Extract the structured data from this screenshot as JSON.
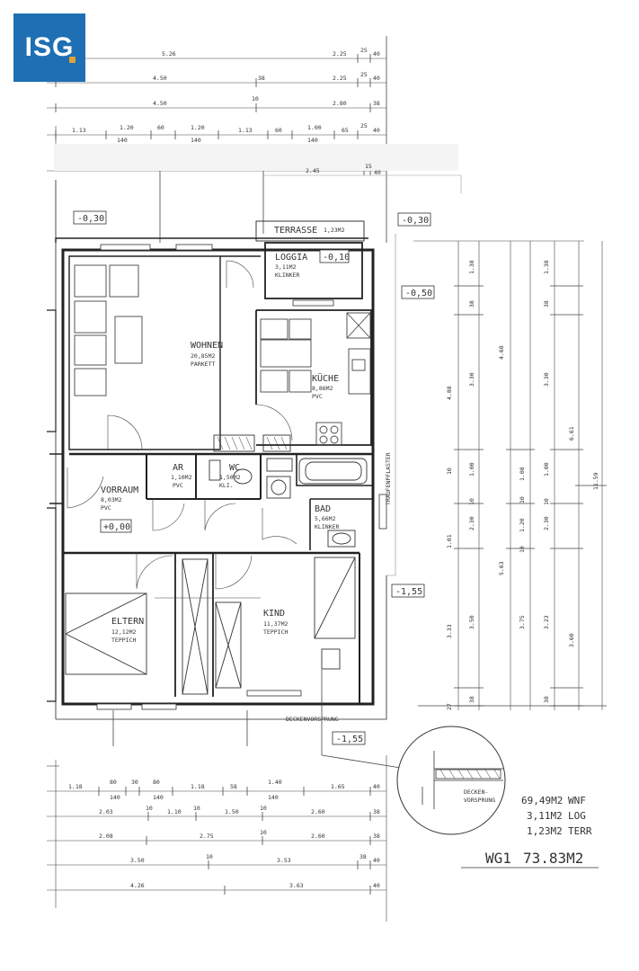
{
  "logo": {
    "text": "ISG",
    "color": "#1e6fb3",
    "accent": "#e2a23a"
  },
  "rooms": {
    "wohnen": {
      "name": "WOHNEN",
      "area": "20,85M2",
      "floor": "PARKETT"
    },
    "kueche": {
      "name": "KÜCHE",
      "area": "8,86M2",
      "floor": "PVC"
    },
    "loggia": {
      "name": "LOGGIA",
      "area": "3,11M2",
      "floor": "KLINKER"
    },
    "terrasse": {
      "name": "TERRASSE",
      "area": "1,23M2"
    },
    "ar": {
      "name": "AR",
      "area": "1,10M2",
      "floor": "PVC"
    },
    "wc": {
      "name": "WC",
      "area": "1,50M2",
      "floor": "KLI."
    },
    "vorraum": {
      "name": "VORRAUM",
      "area": "8,03M2",
      "floor": "PVC"
    },
    "bad": {
      "name": "BAD",
      "area": "5,66M2",
      "floor": "KLINKER"
    },
    "eltern": {
      "name": "ELTERN",
      "area": "12,12M2",
      "floor": "TEPPICH"
    },
    "kind": {
      "name": "KIND",
      "area": "11,37M2",
      "floor": "TEPPICH"
    }
  },
  "levels": {
    "l1": "-0,30",
    "l2": "-0,30",
    "l3": "-0,10",
    "l4": "-0,50",
    "l5": "+0,00",
    "l6": "-1,55",
    "l7": "-1,55"
  },
  "labels": {
    "trafo": "TRAUFENPFLASTER",
    "decken": "DECKENVORSPRUNG",
    "detail_label_1": "DECKEN-",
    "detail_label_2": "VORSPRUNG"
  },
  "summary": {
    "wnf_area": "69,49M2",
    "wnf_label": "WNF",
    "log_area": "3,11M2",
    "log_label": "LOG",
    "terr_area": "1,23M2",
    "terr_label": "TERR",
    "total_id": "WG1",
    "total_area": "73.83M2"
  },
  "dims": {
    "top_r1": [
      "5.26",
      "2.25",
      "25",
      "40"
    ],
    "top_r2": [
      "4.50",
      "38",
      "2.25",
      "25",
      "40"
    ],
    "top_r3": [
      "4.50",
      "10",
      "2.80",
      "38"
    ],
    "top_r4": [
      "1.13",
      "1.20",
      "60",
      "1.20",
      "1.13",
      "60",
      "1.00",
      "65",
      "25",
      "40"
    ],
    "top_r4b": [
      "140",
      "140",
      "140"
    ],
    "top_r5": [
      "2.45",
      "15",
      "40"
    ],
    "bot_r1": [
      "1.18",
      "80",
      "30",
      "80",
      "1.18",
      "58",
      "1.40",
      "1.65",
      "40"
    ],
    "bot_r1b": [
      "140",
      "140",
      "140"
    ],
    "bot_r2": [
      "2.03",
      "10",
      "1.10",
      "10",
      "1.50",
      "10",
      "2.60",
      "38"
    ],
    "bot_r3": [
      "2.08",
      "2.75",
      "10",
      "2.60",
      "38"
    ],
    "bot_r4": [
      "3.50",
      "10",
      "3.53",
      "38",
      "40"
    ],
    "bot_r5": [
      "4.26",
      "3.63",
      "40"
    ],
    "right_c1": [
      "4.88",
      "10",
      "1.01",
      "3.33",
      "27"
    ],
    "right_c2": [
      "1.38",
      "38",
      "3.30",
      "1.00",
      "10",
      "2.30",
      "5.63",
      "3.50",
      "38"
    ],
    "right_c3": [
      "4.68",
      "1.08",
      "10",
      "1.20",
      "10",
      "3.75"
    ],
    "right_c4": [
      "1.38",
      "38",
      "3.30",
      "1.00",
      "10",
      "2.30",
      "3.23",
      "38"
    ],
    "right_c5": [
      "6.61",
      "3.60"
    ],
    "right_c6": [
      "11.59"
    ]
  }
}
